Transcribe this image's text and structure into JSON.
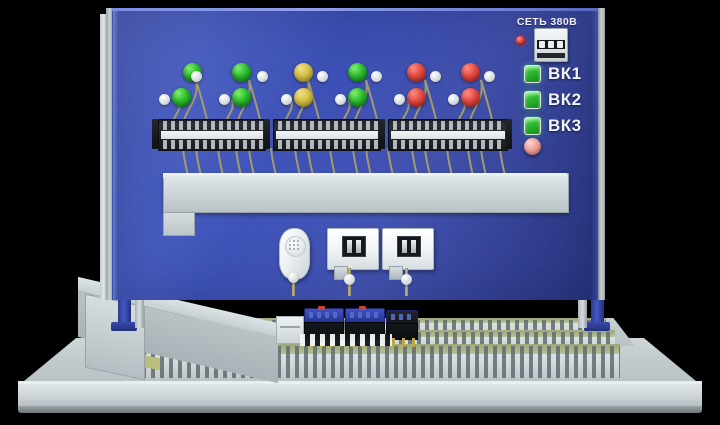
{
  "scene": {
    "title": "Electrical Training Panel Mock-up",
    "description": "3D render of a blue control panel board with indicator lamps, terminal blocks, cable ducts and modules"
  },
  "panel": {
    "color": "#3b4db2",
    "mains": {
      "label": "СЕТЬ 380В",
      "indicator_color": "#c2241c",
      "breaker_name": "three-pole-circuit-breaker",
      "breaker_poles": 3
    },
    "status_indicators": [
      {
        "label": "ВК1",
        "lamp_color": "#2fbd34",
        "state": "on"
      },
      {
        "label": "ВК2",
        "lamp_color": "#2fbd34",
        "state": "on"
      },
      {
        "label": "ВК3",
        "lamp_color": "#2fbd34",
        "state": "on"
      }
    ],
    "reset_button": {
      "name": "reset-button",
      "color": "#e79891"
    },
    "lamp_groups": [
      {
        "id": 1,
        "color": "#2fbc2e",
        "color_name": "green",
        "count": 3
      },
      {
        "id": 2,
        "color": "#2fbc2e",
        "color_name": "green",
        "count": 3
      },
      {
        "id": 3,
        "color": "#d6c247",
        "color_name": "yellow",
        "count": 3
      },
      {
        "id": 4,
        "color": "#2fbc2e",
        "color_name": "green",
        "count": 3
      },
      {
        "id": 5,
        "color": "#e04a42",
        "color_name": "red",
        "count": 3
      },
      {
        "id": 6,
        "color": "#e04a42",
        "color_name": "red",
        "count": 3
      }
    ],
    "terminal_strips": 6,
    "devices": [
      {
        "name": "motion-detector",
        "type": "round-sensor"
      },
      {
        "name": "device-box-1",
        "type": "wall-box-display"
      },
      {
        "name": "device-box-2",
        "type": "wall-box-display"
      }
    ],
    "modules": [
      {
        "name": "relay-module-1",
        "color": "#2c3b9c"
      },
      {
        "name": "relay-module-2",
        "color": "#2c3b9c"
      },
      {
        "name": "contactor-module",
        "color": "#15181c"
      }
    ]
  },
  "base": {
    "color": "#c2cacd",
    "cable_ducts": 4,
    "support_legs": 2
  }
}
